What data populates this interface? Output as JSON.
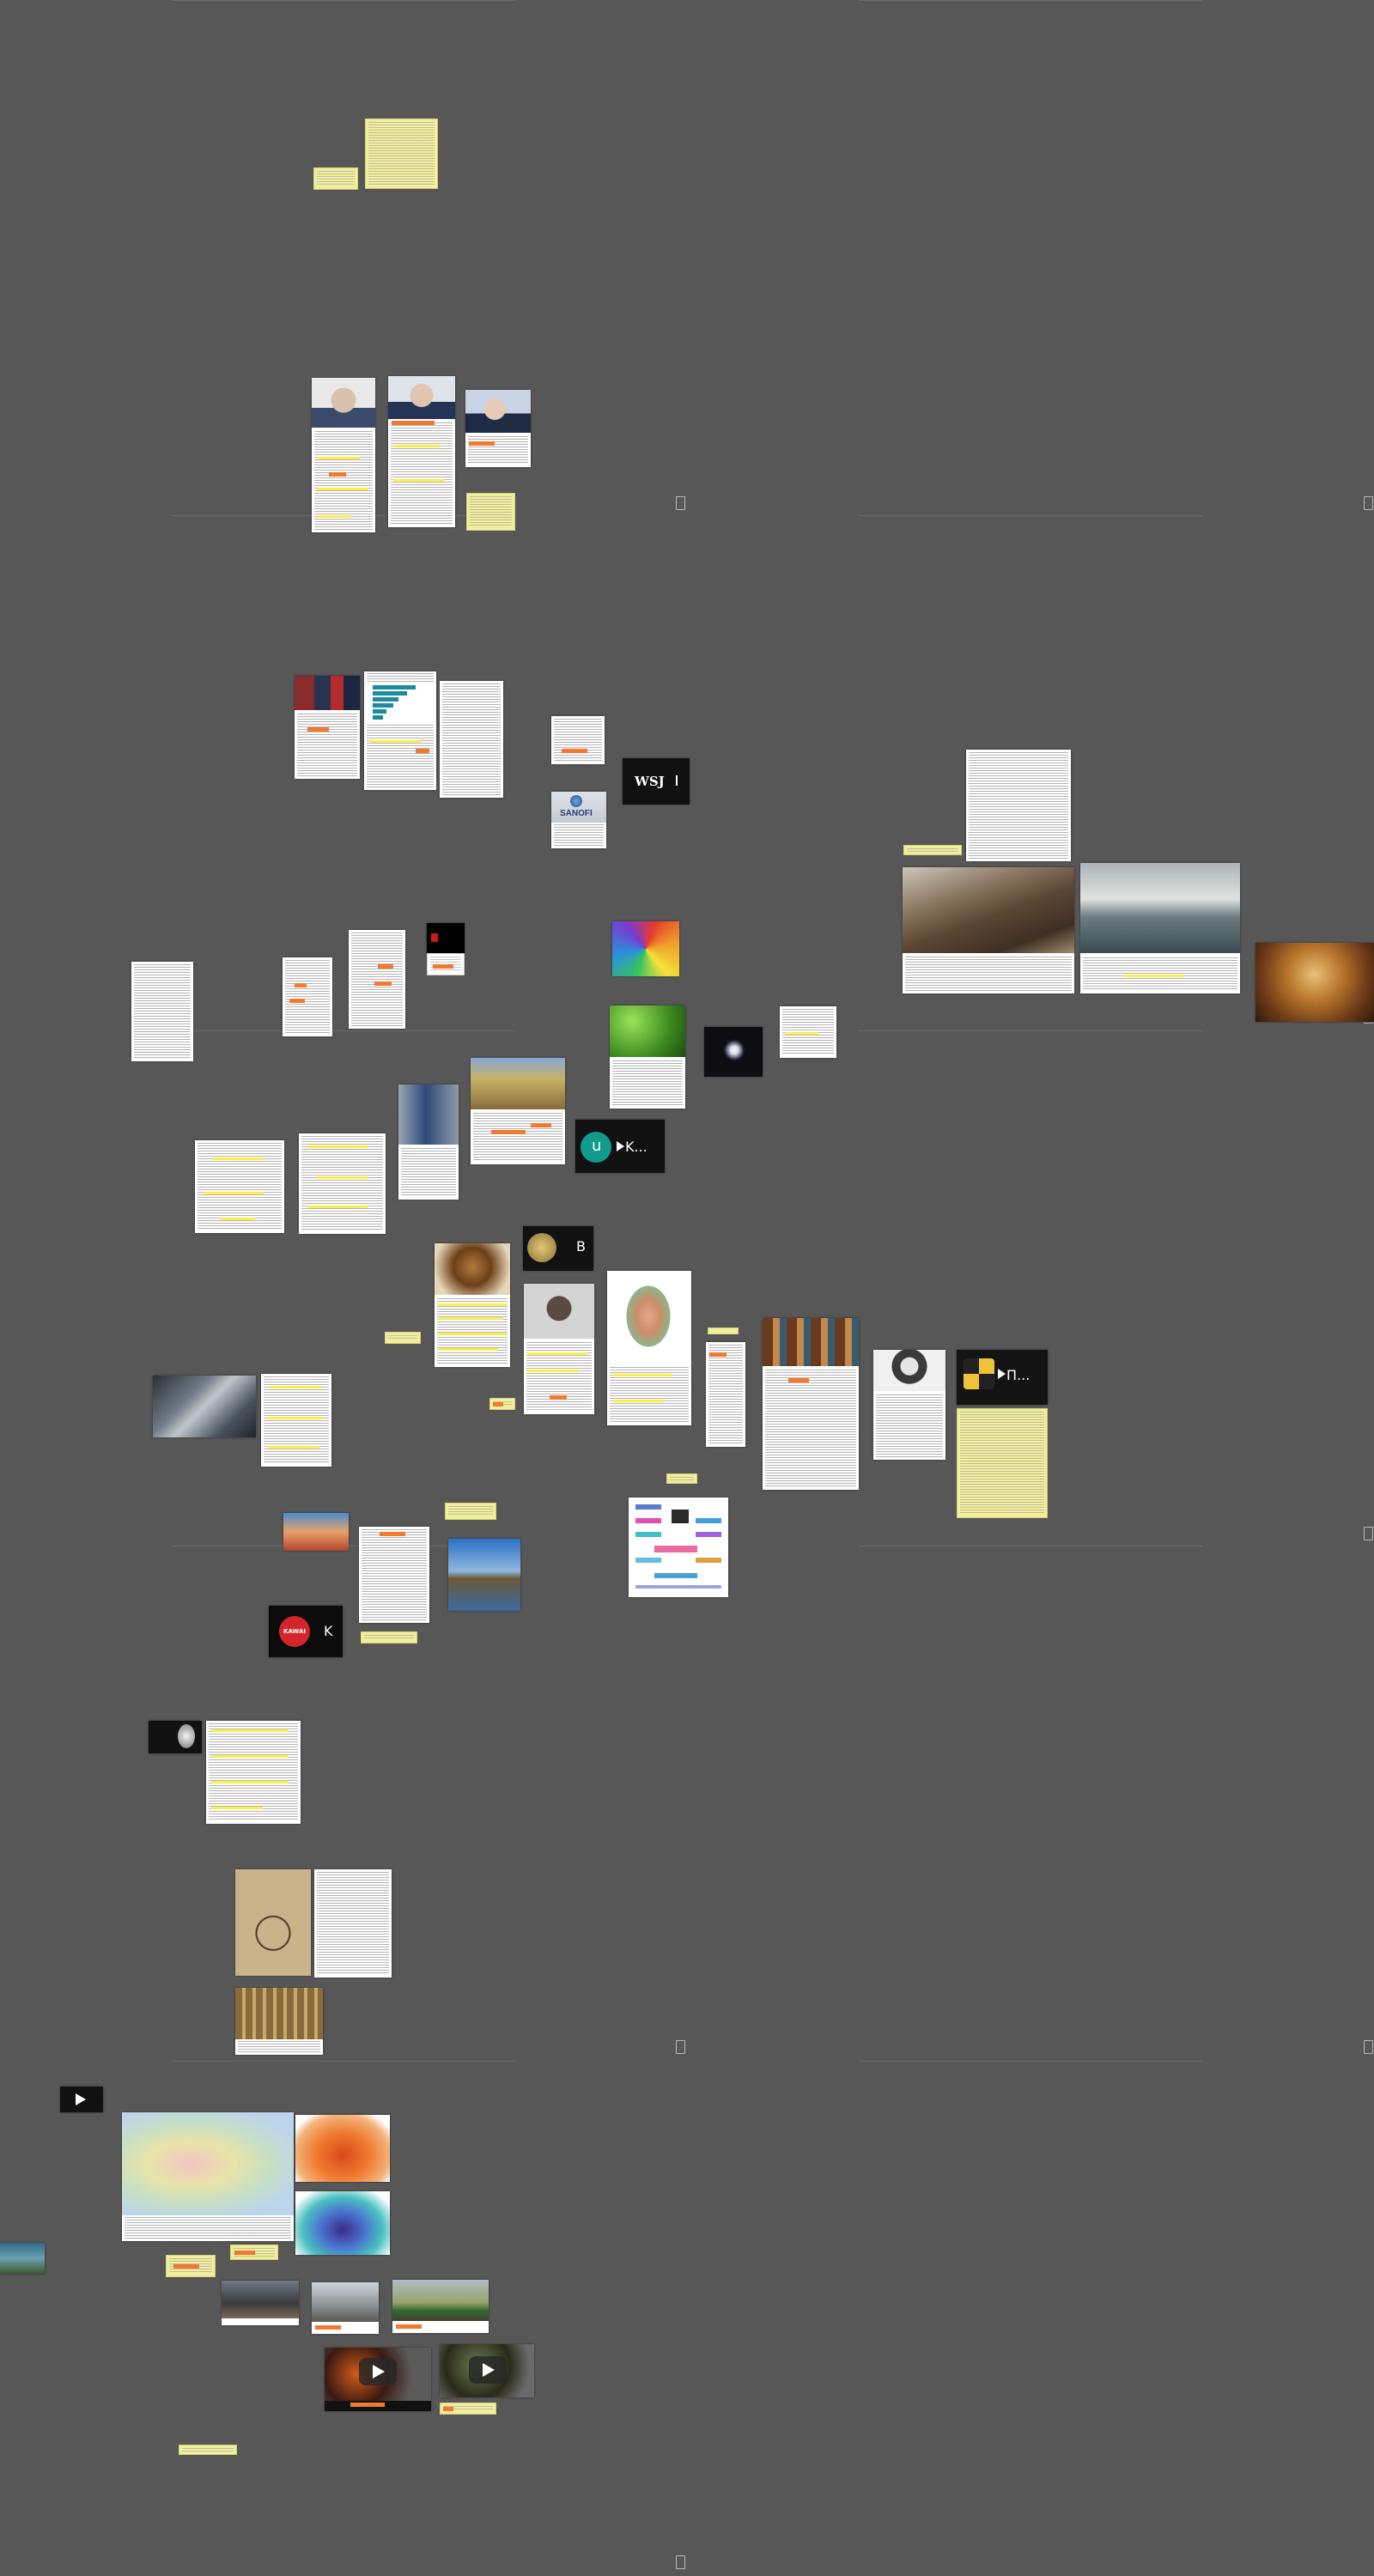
{
  "canvas": {
    "background": "#575757",
    "accent_orange": "#f07a30",
    "highlight_yellow": "#ffef3a",
    "note_yellow": "#f1ee9d"
  },
  "page_markers": {
    "icon": "page-frame-icon"
  },
  "video_tiles": {
    "tile_u": {
      "letter": "u",
      "title": "K..."
    },
    "tile_b": {
      "letter": "B"
    },
    "tile_kawai": {
      "logo": "KAWAI",
      "letter": "K"
    },
    "tile_p": {
      "title": "П..."
    }
  },
  "logos": {
    "wsj": "WSJ",
    "sanofi": "SANOFI"
  }
}
